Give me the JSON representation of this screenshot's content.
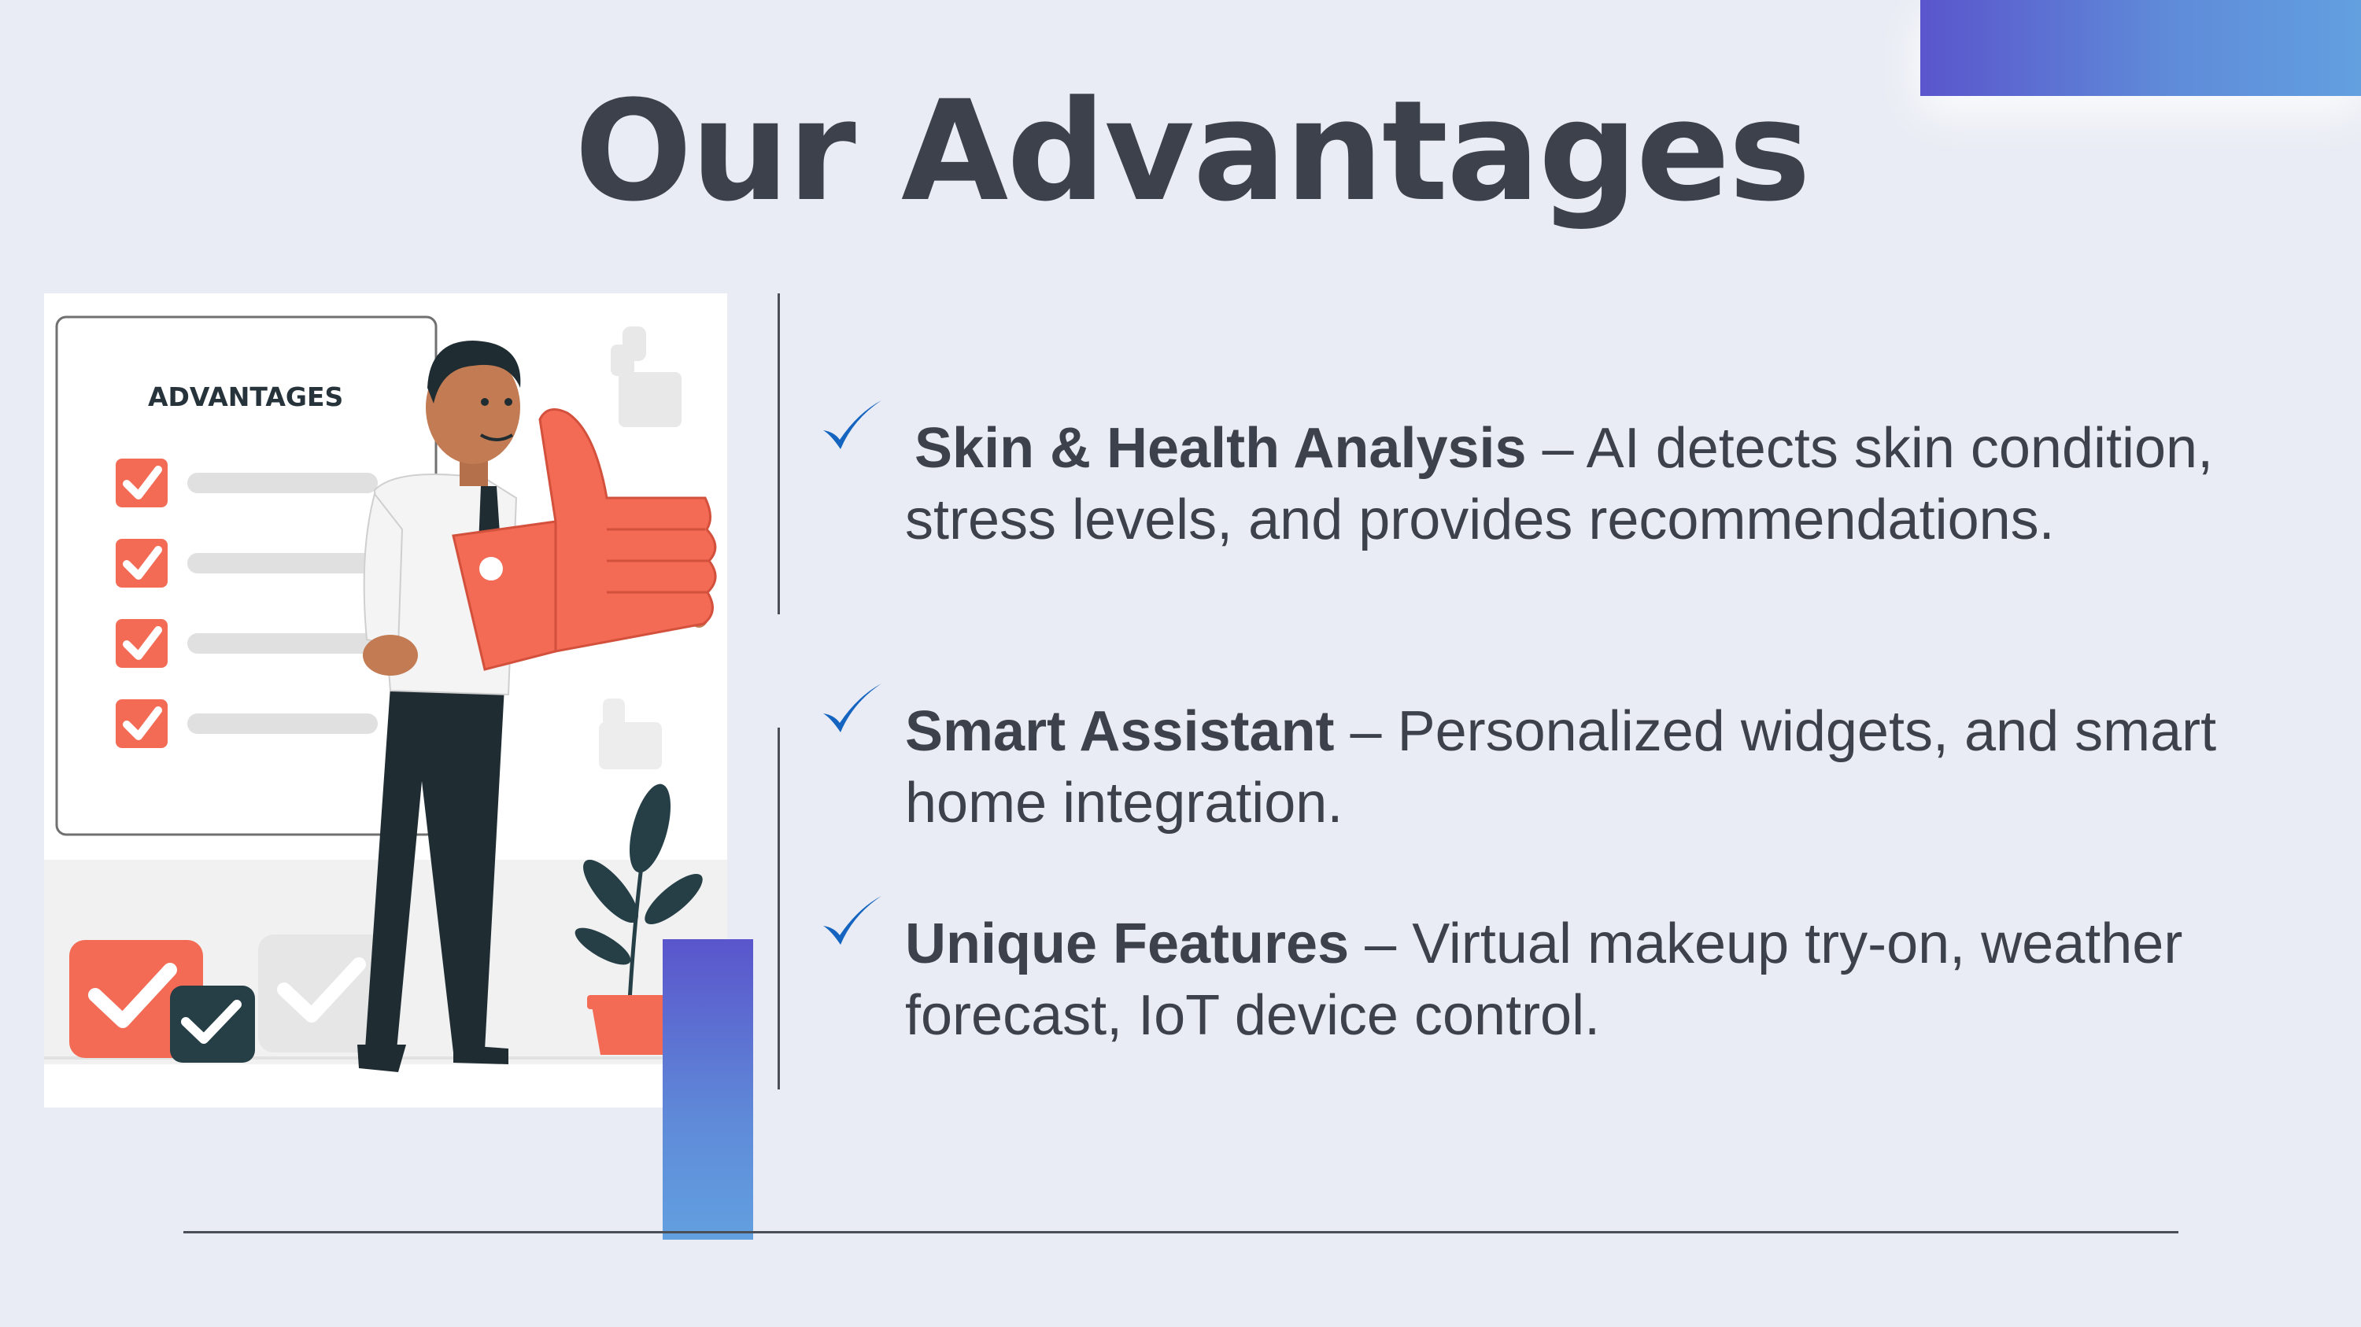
{
  "slide": {
    "title": "Our Advantages"
  },
  "illustration": {
    "checklist_heading": "ADVANTAGES"
  },
  "advantages": [
    {
      "title": "Skin & Health Analysis",
      "separator": " – ",
      "description": "AI detects skin condition, stress levels, and provides recommendations."
    },
    {
      "title": "Smart Assistant",
      "separator": " – ",
      "description": "Personalized widgets, and smart home integration."
    },
    {
      "title": "Unique Features",
      "separator": " – ",
      "description": "Virtual makeup try-on, weather forecast, IoT device control."
    }
  ],
  "colors": {
    "background": "#e9ecf4",
    "title": "#3d414b",
    "accent_start": "#5a55cc",
    "accent_end": "#62a0e0",
    "check": "#1565c0",
    "illustration_red": "#f36b55"
  },
  "icons": {
    "bullet": "checkmark-icon"
  }
}
